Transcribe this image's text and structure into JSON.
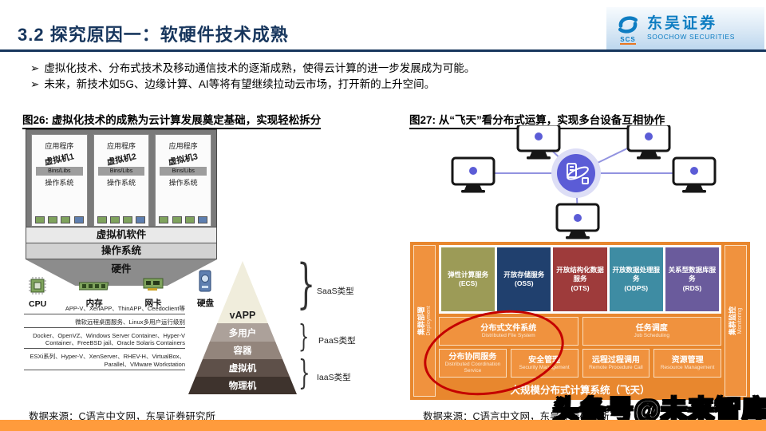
{
  "header": {
    "title": "3.2 探究原因一：软硬件技术成熟",
    "logo": {
      "brand_cn": "东吴证券",
      "brand_en": "SOOCHOW SECURITIES",
      "mark": "SCS"
    }
  },
  "bullet_char": "➢",
  "bullets": [
    "虚拟化技术、分布式技术及移动通信技术的逐渐成熟，使得云计算的进一步发展成为可能。",
    "未来，新技术如5G、边缘计算、AI等将有望继续拉动云市场，打开新的上升空间。"
  ],
  "figure26": {
    "title": "图26: 虚拟化技术的成熟为云计算发展奠定基础，实现轻松拆分",
    "source": "数据来源：C语言中文网，东吴证券研究所",
    "vms": [
      {
        "app": "应用程序",
        "name": "虚拟机1",
        "bins": "Bins/Libs",
        "os": "操作系统"
      },
      {
        "app": "应用程序",
        "name": "虚拟机2",
        "bins": "Bins/Libs",
        "os": "操作系统"
      },
      {
        "app": "应用程序",
        "name": "虚拟机3",
        "bins": "Bins/Libs",
        "os": "操作系统"
      }
    ],
    "layers": {
      "vm_software": "虚拟机软件",
      "os": "操作系统",
      "hardware": "硬件"
    },
    "hardware_items": [
      "CPU",
      "内存",
      "网卡",
      "硬盘"
    ],
    "pyramid": {
      "levels": [
        {
          "label": "vAPP",
          "color": "#F0EDDC",
          "text_color": "#222222"
        },
        {
          "label": "多用户",
          "color": "#ACA19A",
          "text_color": "#FFFFFF"
        },
        {
          "label": "容器",
          "color": "#93857C",
          "text_color": "#FFFFFF"
        },
        {
          "label": "虚拟机",
          "color": "#5E5049",
          "text_color": "#FFFFFF"
        },
        {
          "label": "物理机",
          "color": "#3E332D",
          "text_color": "#FFFFFF"
        }
      ],
      "types": [
        "SaaS类型",
        "PaaS类型",
        "IaaS类型"
      ],
      "annotations": [
        "APP-V、XenAPP、ThinAPP、Ceedoclient等",
        "微软远程桌面服务、Linux多用户运行级别",
        "Docker、OpenVZ、Windows Server Container、Hyper-V Container、FreeBSD jail、Oracle Solaris Containers",
        "ESXi系列、Hyper-V、XenServer、RHEV-H、VirtualBox、Parallel、VMware Workstation"
      ]
    }
  },
  "figure27": {
    "title": "图27: 从“飞天”看分布式运算，实现多台设备互相协作",
    "source": "数据来源：C语言中文网，东吴证券研究所",
    "system": {
      "services": [
        {
          "name": "弹性计算服务",
          "abbr": "(ECS)",
          "color": "#9C9B57"
        },
        {
          "name": "开放存储服务",
          "abbr": "(OSS)",
          "color": "#20406E"
        },
        {
          "name": "开放结构化数据服务",
          "abbr": "(OTS)",
          "color": "#9E3B3B"
        },
        {
          "name": "开放数据处理服务",
          "abbr": "(ODPS)",
          "color": "#3E8CA3"
        },
        {
          "name": "关系型数据库服务",
          "abbr": "(RDS)",
          "color": "#6A5B9C"
        }
      ],
      "middle_row": [
        {
          "cn": "分布式文件系统",
          "en": "Distributed File System"
        },
        {
          "cn": "任务调度",
          "en": "Job Scheduling"
        }
      ],
      "bottom_row": [
        {
          "cn": "分布协同服务",
          "en": "Distributed Coordination Service"
        },
        {
          "cn": "安全管理",
          "en": "Security Management"
        },
        {
          "cn": "远程过程调用",
          "en": "Remote Procedure Call"
        },
        {
          "cn": "资源管理",
          "en": "Resource Management"
        }
      ],
      "left_bar": {
        "cn": "集群部署",
        "en": "Deployment"
      },
      "right_bar": {
        "cn": "集群监控",
        "en": "Monitoring"
      },
      "caption": "大规模分布式计算系统（飞天）"
    }
  },
  "watermark": "头条号@未来智库",
  "colors": {
    "accent_navy": "#17365D",
    "bottom_bar_orange": "#FF9B3C",
    "panel_orange": "#E8872E",
    "node_purple": "#5B5CD6",
    "red_circle": "#C40000"
  }
}
